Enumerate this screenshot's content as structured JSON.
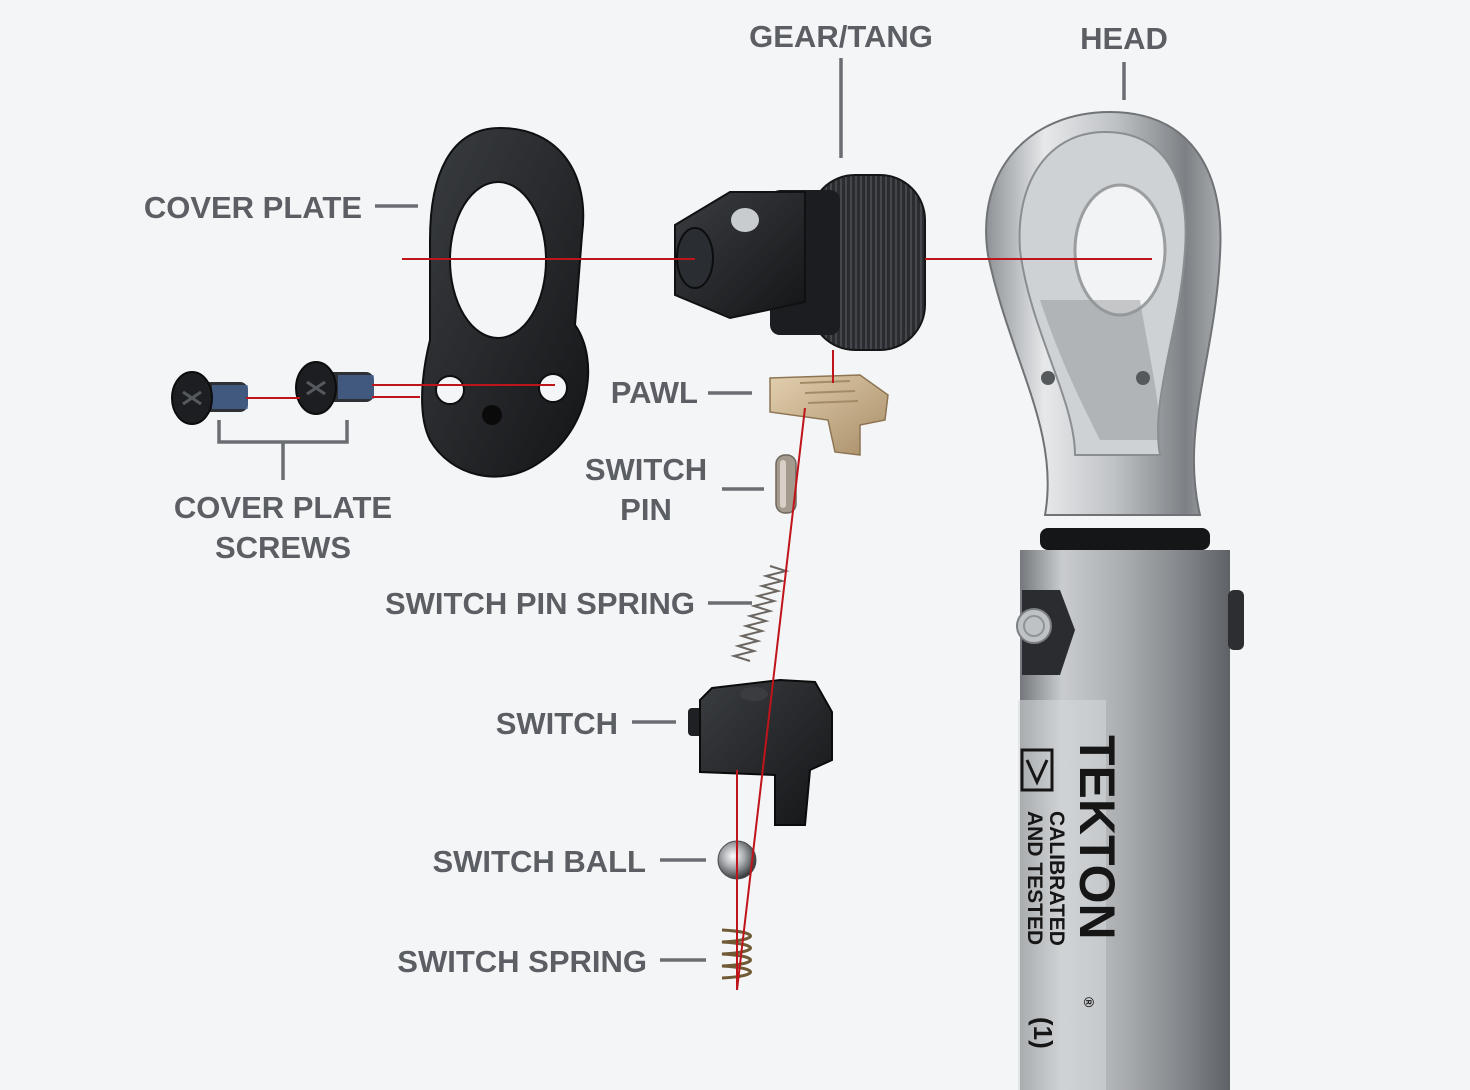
{
  "labels": {
    "gear_tang": "GEAR/TANG",
    "head": "HEAD",
    "cover_plate": "COVER PLATE",
    "pawl": "PAWL",
    "switch_pin_line1": "SWITCH",
    "switch_pin_line2": "PIN",
    "cover_plate_screws_line1": "COVER PLATE",
    "cover_plate_screws_line2": "SCREWS",
    "switch_pin_spring": "SWITCH PIN SPRING",
    "switch": "SWITCH",
    "switch_ball": "SWITCH BALL",
    "switch_spring": "SWITCH SPRING"
  },
  "handle_print": {
    "brand": "TEKTON",
    "line1": "CALIBRATED",
    "line2": "AND TESTED",
    "registered": "®",
    "mark": "(1)"
  },
  "colors": {
    "background": "#f4f5f7",
    "label_text": "#5b5f63",
    "axis_line": "#c0141b",
    "metal_dark": "#1f2124",
    "pawl_brass": "#c9b08c",
    "chrome": "#b9bcbf"
  }
}
